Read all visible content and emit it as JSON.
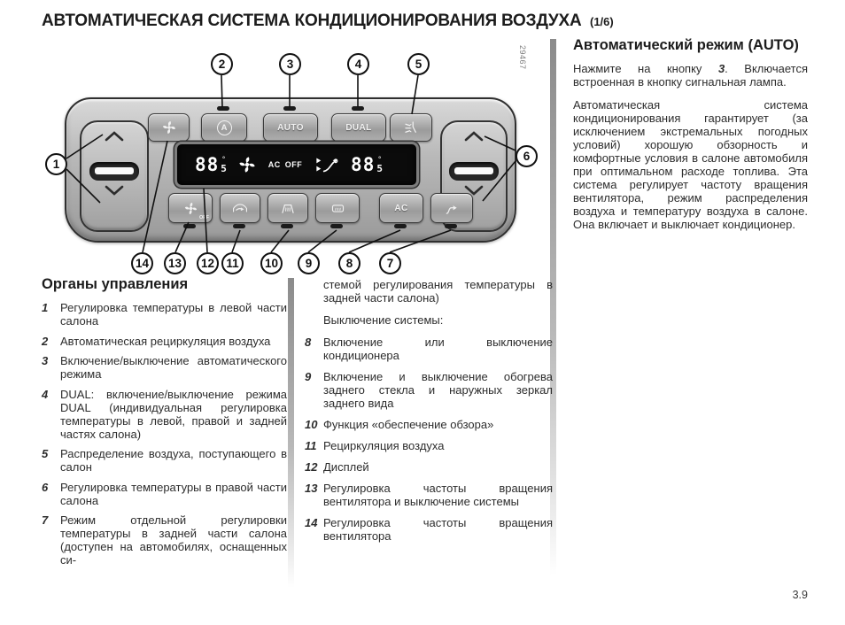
{
  "page": {
    "title": "АВТОМАТИЧЕСКАЯ СИСТЕМА КОНДИЦИОНИРОВАНИЯ ВОЗДУХА",
    "title_suffix": "(1/6)",
    "page_number": "3.9",
    "figure_code": "29467"
  },
  "panel": {
    "auto_label": "AUTO",
    "dual_label": "DUAL",
    "ac_label": "AC",
    "off_label": "OFF",
    "recirc_letter": "A",
    "display": {
      "left_temp_int": "88",
      "left_temp_frac": "5",
      "right_temp_int": "88",
      "right_temp_frac": "5",
      "degree": "°",
      "ac": "AC",
      "off": "OFF"
    }
  },
  "callouts": {
    "c1": "1",
    "c2": "2",
    "c3": "3",
    "c4": "4",
    "c5": "5",
    "c6": "6",
    "c7": "7",
    "c8": "8",
    "c9": "9",
    "c10": "10",
    "c11": "11",
    "c12": "12",
    "c13": "13",
    "c14": "14"
  },
  "controls": {
    "heading": "Органы управления",
    "items": [
      {
        "num": "1",
        "text": "Регулировка температуры в левой части салона"
      },
      {
        "num": "2",
        "text": "Автоматическая рециркуляция воздуха"
      },
      {
        "num": "3",
        "text": "Включение/выключение автоматического режима"
      },
      {
        "num": "4",
        "text": "DUAL: включение/выключение режима DUAL (индивидуальная регулировка температуры в левой, правой и задней частях салона)"
      },
      {
        "num": "5",
        "text": "Распределение воздуха, поступающего в салон"
      },
      {
        "num": "6",
        "text": "Регулировка температуры в правой части салона"
      },
      {
        "num": "7",
        "text": "Режим отдельной регулировки температуры в задней части салона (доступен на автомобилях, оснащенных си-"
      }
    ]
  },
  "middle": {
    "continuation": "стемой регулирования температуры в задней части салона)",
    "subnote": "Выключение системы:",
    "items": [
      {
        "num": "8",
        "text": "Включение или выключение кондиционера"
      },
      {
        "num": "9",
        "text": "Включение и выключение обогрева заднего стекла и наружных зеркал заднего вида"
      },
      {
        "num": "10",
        "text": "Функция «обеспечение обзора»"
      },
      {
        "num": "11",
        "text": "Рециркуляция воздуха"
      },
      {
        "num": "12",
        "text": "Дисплей"
      },
      {
        "num": "13",
        "text": "Регулировка частоты вращения вентилятора и выключение системы"
      },
      {
        "num": "14",
        "text": "Регулировка частоты вращения вентилятора"
      }
    ]
  },
  "auto_mode": {
    "heading": "Автоматический режим (AUTO)",
    "p1_before": "Нажмите на кнопку ",
    "p1_ref": "3",
    "p1_after": ". Включается встроенная в кнопку сигнальная лампа.",
    "p2": "Автоматическая система кондиционирования гарантирует (за исключением экстремальных погодных условий) хорошую обзорность и комфортные условия в салоне автомобиля при оптимальном расходе топлива. Эта система регулирует частоту вращения вентилятора, режим распределения воздуха и температуру воздуха в салоне. Она включает и выключает кондиционер."
  }
}
